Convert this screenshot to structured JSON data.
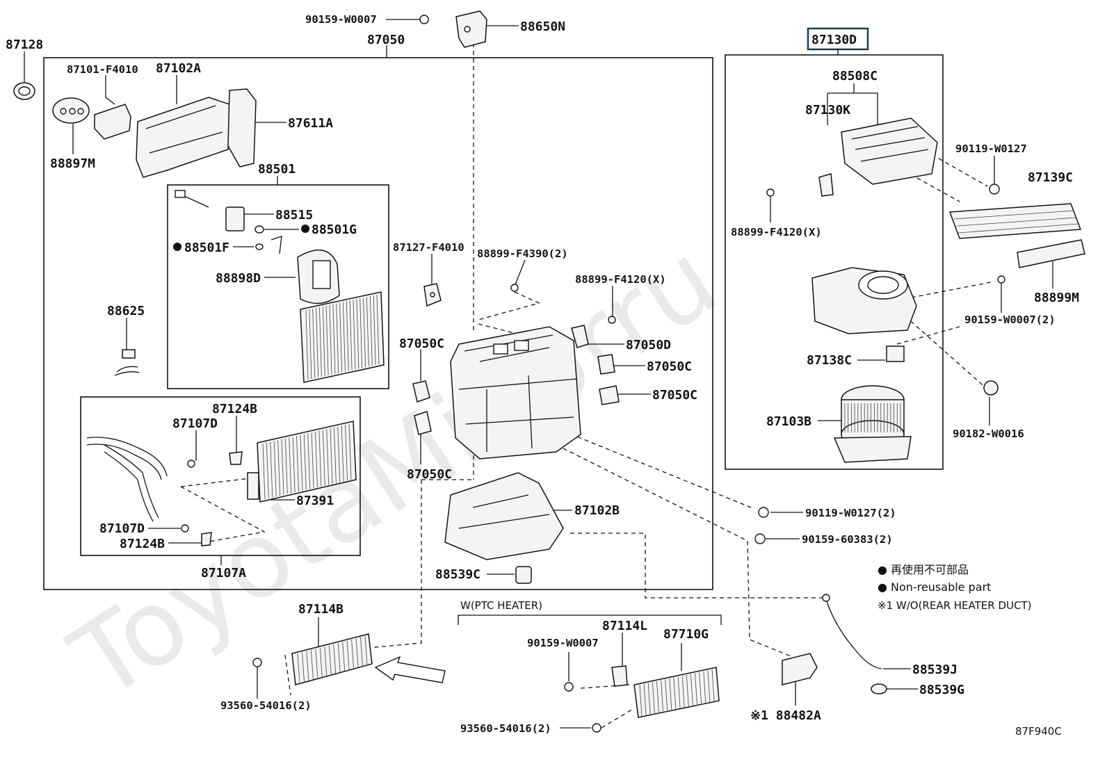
{
  "watermark": "ToyotaMinorru",
  "labels": {
    "p87128": "87128",
    "p87050": "87050",
    "p90159_w0007_top": "90159-W0007",
    "p88650n": "88650N",
    "p87130d": "87130D",
    "p87101": "87101-F4010",
    "p87102a": "87102A",
    "p87611a": "87611A",
    "p88897m": "88897M",
    "p88501": "88501",
    "p88515": "88515",
    "p88501g": "88501G",
    "p88501f": "88501F",
    "p88898d": "88898D",
    "p88625": "88625",
    "p87127": "87127-F4010",
    "p88899_f4390": "88899-F4390(2)",
    "p88899_f4120_mid": "88899-F4120(X)",
    "p87050c_a": "87050C",
    "p87050d": "87050D",
    "p87050c_b": "87050C",
    "p87050c_c": "87050C",
    "p87050c_d": "87050C",
    "p87124b_top": "87124B",
    "p87107d_top": "87107D",
    "p87391": "87391",
    "p87107d_bot": "87107D",
    "p87124b_bot": "87124B",
    "p87107a": "87107A",
    "p87102b": "87102B",
    "p88539c": "88539C",
    "p88508c": "88508C",
    "p87130k": "87130K",
    "p90119_w0127": "90119-W0127",
    "p87139c": "87139C",
    "p88899_f4120_right": "88899-F4120(X)",
    "p88899m": "88899M",
    "p90159_w0007_2": "90159-W0007(2)",
    "p87138c": "87138C",
    "p87103b": "87103B",
    "p90182": "90182-W0016",
    "p90119_w0127_2": "90119-W0127(2)",
    "p90159_60383": "90159-60383(2)",
    "p87114b": "87114B",
    "p93560_left": "93560-54016(2)",
    "p_ptc": "W(PTC HEATER)",
    "p87114l": "87114L",
    "p90159_w0007_bot": "90159-W0007",
    "p87710g": "87710G",
    "p93560_bot": "93560-54016(2)",
    "p88539j": "88539J",
    "p88539g": "88539G",
    "p88482a": "※1 88482A",
    "drawing_code": "87F940C"
  },
  "legend": {
    "line1": "● 再使用不可部品",
    "line2": "● Non-reusable part",
    "line3": "※1 W/O(REAR HEATER DUCT)"
  }
}
